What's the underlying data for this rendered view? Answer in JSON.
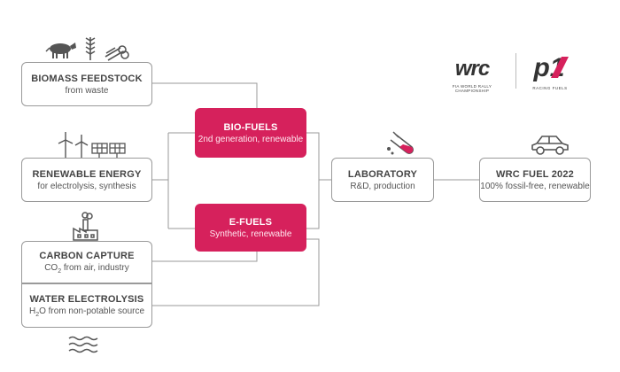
{
  "nodes": {
    "biomass": {
      "title": "BIOMASS FEEDSTOCK",
      "sub": "from waste"
    },
    "renewable": {
      "title": "RENEWABLE ENERGY",
      "sub": "for electrolysis, synthesis"
    },
    "carbon": {
      "title": "CARBON CAPTURE",
      "sub_pre": "CO",
      "sub_sub": "2",
      "sub_post": " from air, industry"
    },
    "water": {
      "title": "WATER ELECTROLYSIS",
      "sub_pre": "H",
      "sub_sub": "2",
      "sub_post": "O from non-potable source"
    },
    "biofuels": {
      "title": "BIO-FUELS",
      "sub": "2nd generation, renewable"
    },
    "efuels": {
      "title": "E-FUELS",
      "sub": "Synthetic, renewable"
    },
    "lab": {
      "title": "LABORATORY",
      "sub": "R&D, production"
    },
    "wrcfuel": {
      "title": "WRC FUEL 2022",
      "sub": "100% fossil-free, renewable"
    }
  },
  "logos": {
    "wrc": "wrc",
    "wrc_tagline": "FIA WORLD RALLY CHAMPIONSHIP",
    "p1": "p1",
    "p1_tagline": "RACING FUELS"
  },
  "colors": {
    "accent": "#d6215c",
    "line": "#9a9a9a",
    "icon": "#555555"
  },
  "icons": [
    "animals-icon",
    "wheat-icon",
    "wood-logs-icon",
    "wind-turbines-icon",
    "solar-panels-icon",
    "factory-icon",
    "water-waves-icon",
    "test-tube-icon",
    "car-icon"
  ]
}
